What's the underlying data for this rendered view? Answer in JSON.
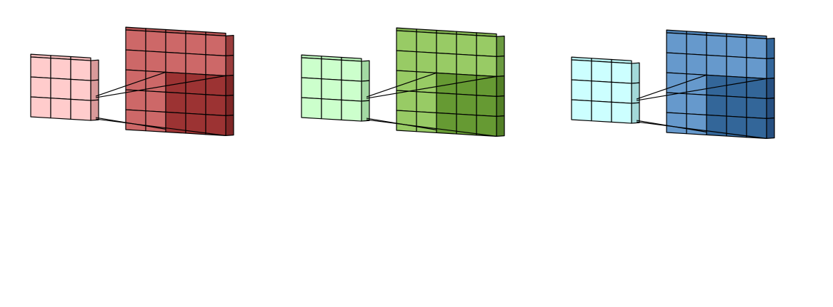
{
  "diagram": {
    "type": "convolution-illustration",
    "panels": [
      {
        "name": "red",
        "kernel": {
          "rows": 3,
          "cols": 3
        },
        "feature_map": {
          "rows": 5,
          "cols": 5
        },
        "highlight": {
          "rows": [
            2,
            4
          ],
          "cols": [
            2,
            4
          ]
        },
        "colors": {
          "kernel_front": "#ffcccc",
          "kernel_top": "#f2b8b8",
          "kernel_side": "#d99a9a",
          "map_front": "#cd6868",
          "map_top": "#b35252",
          "map_side": "#9a3c3c",
          "highlight_front": "#9c3333",
          "highlight_side": "#7f2626"
        }
      },
      {
        "name": "green",
        "kernel": {
          "rows": 3,
          "cols": 3
        },
        "feature_map": {
          "rows": 5,
          "cols": 5
        },
        "highlight": {
          "rows": [
            2,
            4
          ],
          "cols": [
            2,
            4
          ]
        },
        "colors": {
          "kernel_front": "#ccffcc",
          "kernel_top": "#b8f0b8",
          "kernel_side": "#a3d9a3",
          "map_front": "#98cb65",
          "map_top": "#7fb04f",
          "map_side": "#6a9a40",
          "highlight_front": "#669a33",
          "highlight_side": "#527f26"
        }
      },
      {
        "name": "blue",
        "kernel": {
          "rows": 3,
          "cols": 3
        },
        "feature_map": {
          "rows": 5,
          "cols": 5
        },
        "highlight": {
          "rows": [
            2,
            4
          ],
          "cols": [
            2,
            4
          ]
        },
        "colors": {
          "kernel_front": "#ccffff",
          "kernel_top": "#b8f0f0",
          "kernel_side": "#a3d9d9",
          "map_front": "#6699cc",
          "map_top": "#4d80b3",
          "map_side": "#33669a",
          "highlight_front": "#336699",
          "highlight_side": "#264f80"
        }
      }
    ]
  }
}
